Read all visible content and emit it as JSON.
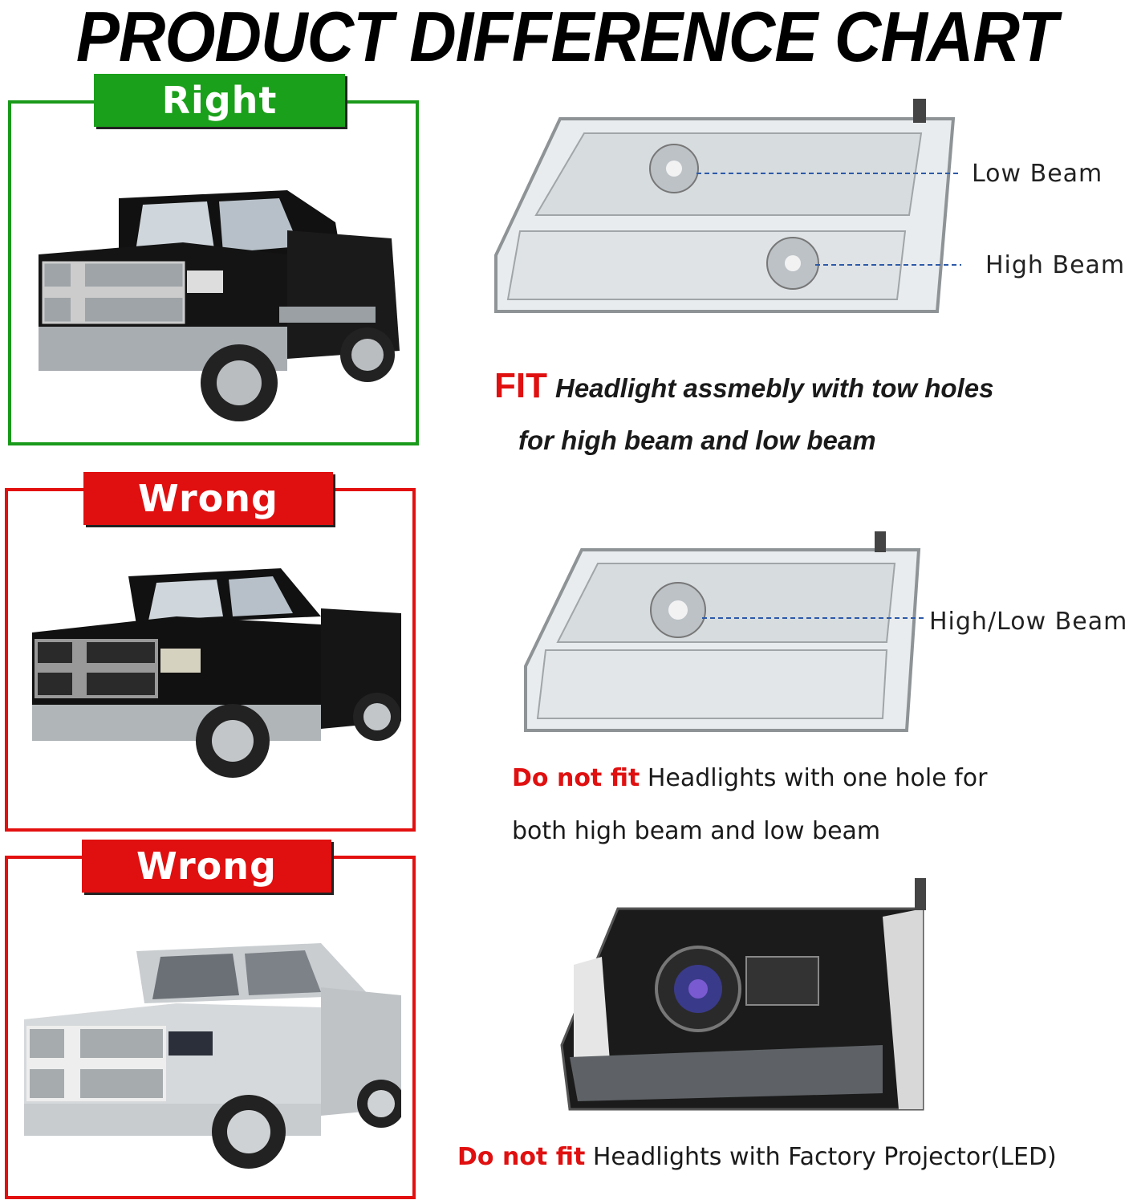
{
  "title": "PRODUCT DIFFERENCE CHART",
  "tags": {
    "right": "Right",
    "wrong1": "Wrong",
    "wrong2": "Wrong"
  },
  "callouts": {
    "low_beam": "Low Beam",
    "high_beam": "High Beam",
    "high_low_beam": "High/Low Beam"
  },
  "rows": [
    {
      "keyword": "FIT",
      "line1": "Headlight assmebly with tow holes",
      "line2": "for high beam and low beam"
    },
    {
      "keyword": "Do not fit",
      "line1": "Headlights with one hole for",
      "line2": "both high beam and low beam"
    },
    {
      "keyword": "Do not fit",
      "line1": "Headlights with Factory Projector(LED)"
    }
  ],
  "colors": {
    "right": "#1aa01a",
    "wrong": "#e01010"
  }
}
